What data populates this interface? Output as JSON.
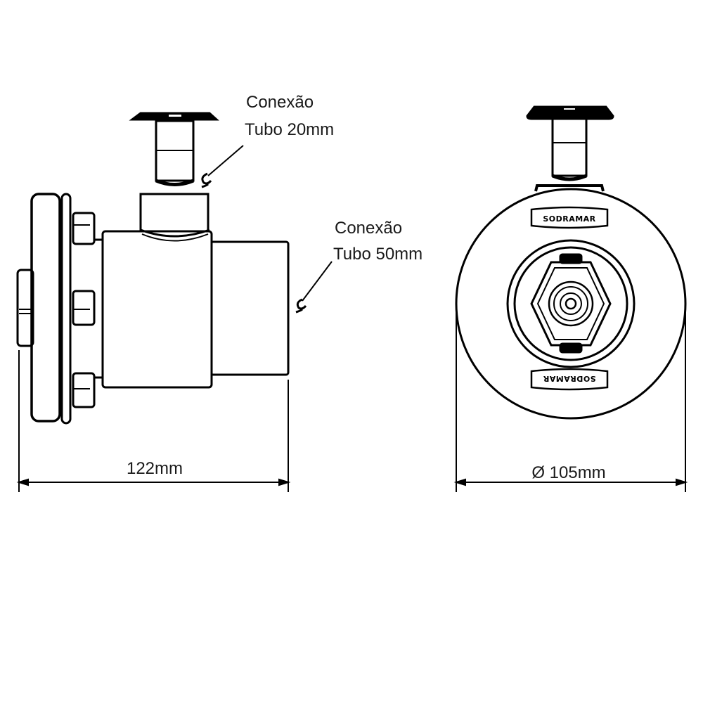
{
  "callouts": {
    "small": {
      "line1": "Conexão",
      "line2": "Tubo 20mm"
    },
    "large": {
      "line1": "Conexão",
      "line2": "Tubo 50mm"
    }
  },
  "dimensions": {
    "length": "122mm",
    "diameter": "Ø 105mm"
  },
  "brand": {
    "logo_text": "SODRAMAR"
  },
  "colors": {
    "stroke": "#000000",
    "background": "#ffffff"
  }
}
